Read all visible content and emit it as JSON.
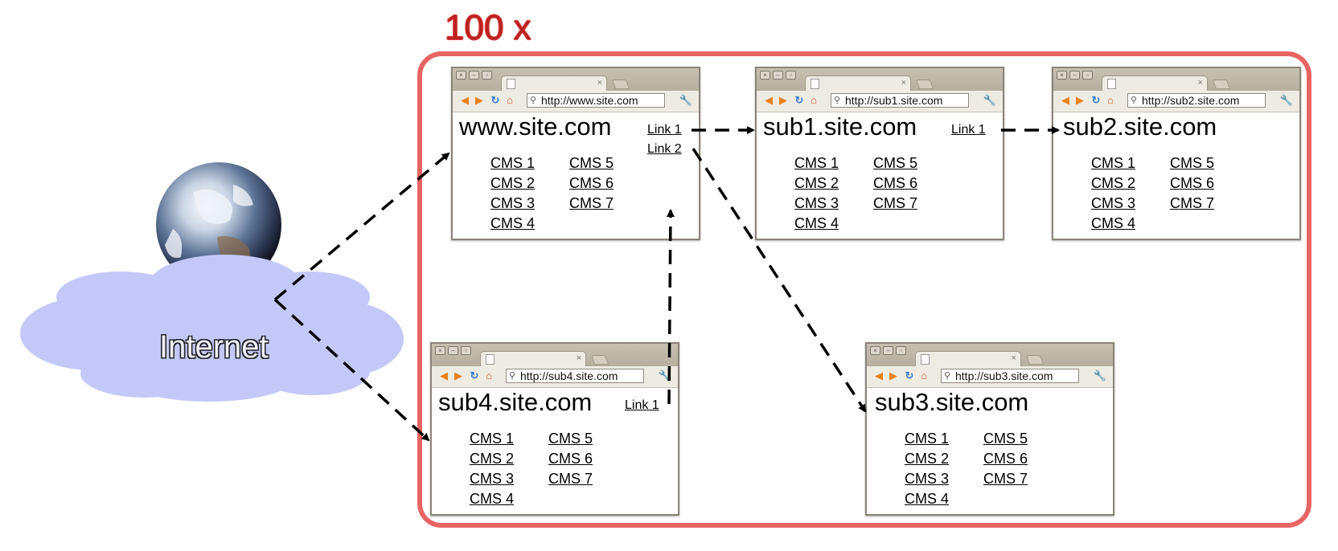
{
  "multiplier": "100 x",
  "cloud": {
    "label": "Internet"
  },
  "browsers": {
    "main": {
      "url": "http://www.site.com",
      "title": "www.site.com",
      "link1": "Link 1",
      "link2": "Link 2"
    },
    "sub1": {
      "url": "http://sub1.site.com",
      "title": "sub1.site.com",
      "link1": "Link 1"
    },
    "sub2": {
      "url": "http://sub2.site.com",
      "title": "sub2.site.com"
    },
    "sub3": {
      "url": "http://sub3.site.com",
      "title": "sub3.site.com"
    },
    "sub4": {
      "url": "http://sub4.site.com",
      "title": "sub4.site.com",
      "link1": "Link 1"
    }
  },
  "cms_links": [
    "CMS 1",
    "CMS 2",
    "CMS 3",
    "CMS 4",
    "CMS 5",
    "CMS 6",
    "CMS 7"
  ],
  "colors": {
    "frame": "#e86464",
    "cloud": "#c3c8f8",
    "multiplier": "#b22222"
  }
}
